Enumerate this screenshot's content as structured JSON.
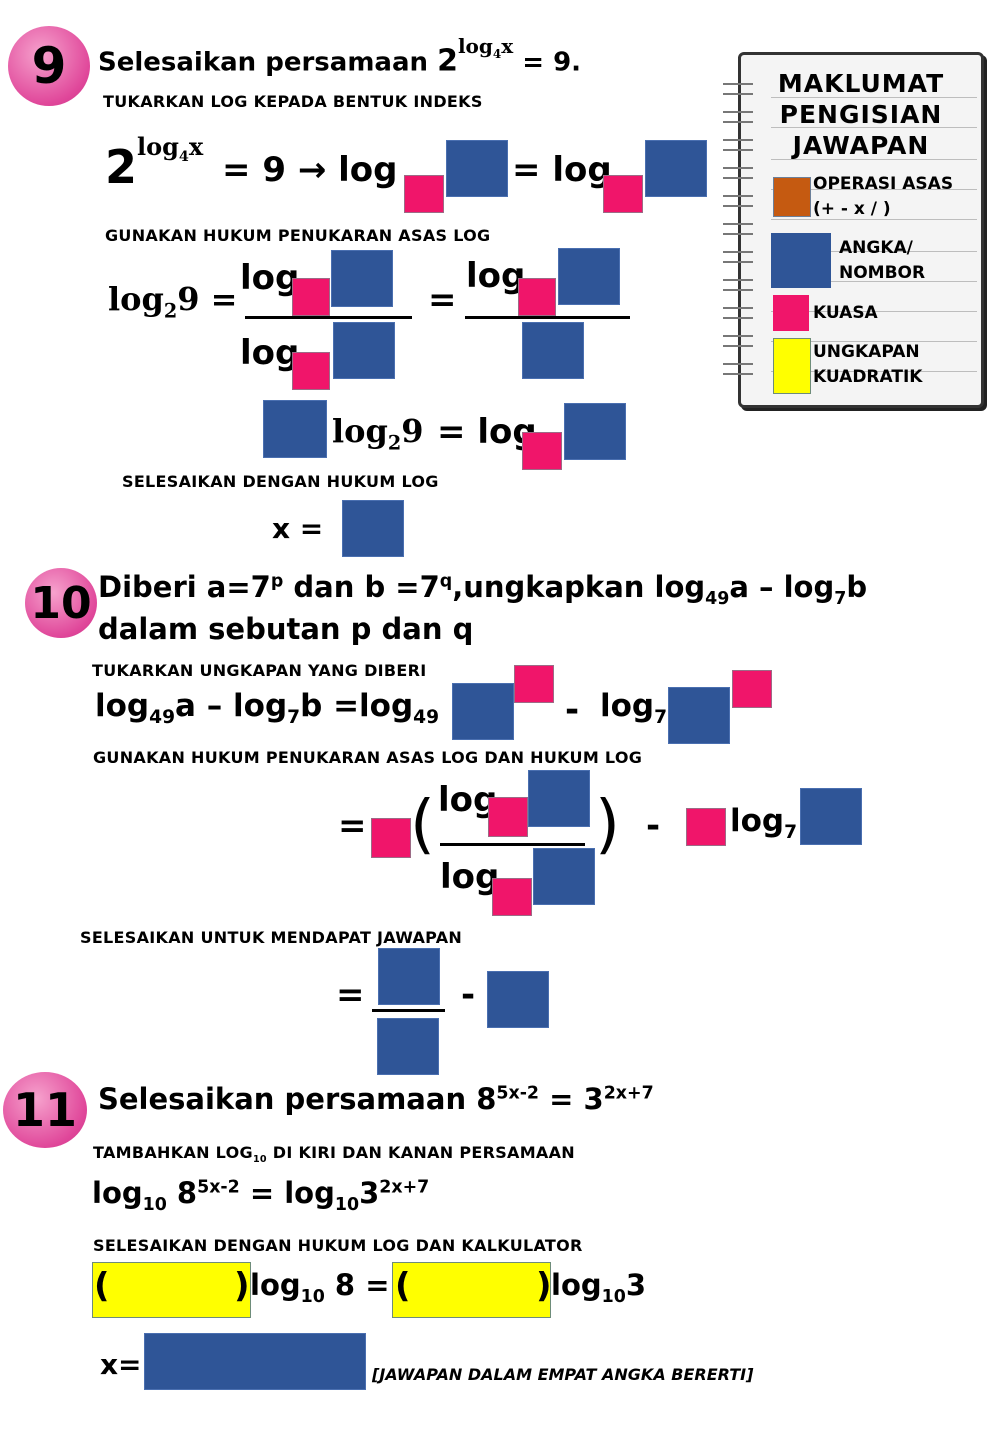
{
  "q9": {
    "number": "9",
    "title": "Selesaikan persamaan",
    "title_eq_base": "2",
    "title_eq_exp": "log",
    "title_eq_exp_sub": "4",
    "title_eq_exp_var": "x",
    "title_eq_rhs": "= 9.",
    "step1": "TUKARKAN LOG KEPADA BENTUK INDEKS",
    "eq1_rhs": "= 9 → log",
    "eq1_mid": "= log",
    "step2": "GUNAKAN HUKUM PENUKARAN ASAS LOG",
    "log": "log",
    "log2_9": "log",
    "sub2": "2",
    "nine": "9",
    "equals": "=",
    "eq3_rhs": "= log",
    "step3": "SELESAIKAN DENGAN HUKUM LOG",
    "x_eq": "x ="
  },
  "q10": {
    "number": "10",
    "title_line1_a": "Diberi a=7",
    "p": "p",
    "title_line1_b": " dan b =7",
    "q": "q",
    "title_line1_c": ",ungkapkan log",
    "sub49": "49",
    "a": "a – log",
    "sub7": "7",
    "b": "b",
    "title_line2": "dalam sebutan p dan q",
    "step1": "TUKARKAN UNGKAPAN YANG DIBERI",
    "eq1_lhs_end": "b =log",
    "minus": "-",
    "step2": "GUNAKAN HUKUM PENUKARAN ASAS LOG DAN HUKUM LOG",
    "equals": "=",
    "lparen": "(",
    "rparen": ")",
    "log": "log",
    "step3": "SELESAIKAN UNTUK MENDAPAT JAWAPAN"
  },
  "q11": {
    "number": "11",
    "title": "Selesaikan persamaan 8",
    "exp1": "5x-2",
    "eq": " = 3",
    "exp2": "2x+7",
    "step1_a": "TAMBAHKAN LOG",
    "step1_sub": "10",
    "step1_b": " DI KIRI DAN KANAN PERSAMAAN",
    "eq1_a": "log",
    "sub10": "10",
    "eq1_b": " 8",
    "eq1_c": "  =  log",
    "eq1_d": "3",
    "step2": "SELESAIKAN DENGAN HUKUM LOG DAN KALKULATOR",
    "lparen": "(",
    "rparen": ")",
    "log8": " 8  =",
    "log3": "3",
    "x_eq": "x=",
    "note": "[JAWAPAN DALAM EMPAT ANGKA BERERTI]"
  },
  "legend": {
    "title1": "MAKLUMAT",
    "title2": "PENGISIAN",
    "title3": "JAWAPAN",
    "items": [
      {
        "label1": "OPERASI ASAS",
        "label2": "(+ - x / )",
        "color": "#c55a11"
      },
      {
        "label1": "ANGKA/",
        "label2": "NOMBOR",
        "color": "#2f5597"
      },
      {
        "label1": "KUASA",
        "label2": "",
        "color": "#f0156a"
      },
      {
        "label1": "UNGKAPAN",
        "label2": "KUADRATIK",
        "color": "#ffff00"
      }
    ]
  }
}
